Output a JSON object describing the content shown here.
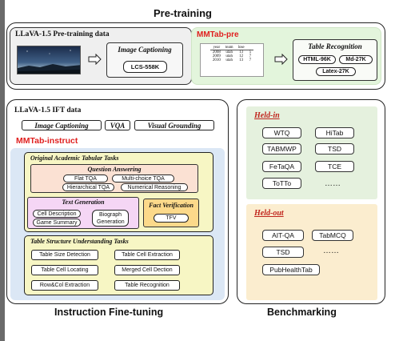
{
  "titles": {
    "pretraining": "Pre-training",
    "instruction": "Instruction Fine-tuning",
    "benchmarking": "Benchmarking"
  },
  "pretrain": {
    "llava_label": "LLaVA-1.5 Pre-training data",
    "image_captioning": "Image Captioning",
    "lcs": "LCS-558K",
    "mmtab_pre": "MMTab-pre",
    "table_recognition": "Table Recognition",
    "datasets": [
      "HTML-96K",
      "Md-27K",
      "Latex-27K"
    ],
    "mini_table": {
      "headers": [
        "year",
        "team",
        "lose",
        ""
      ],
      "rows": [
        [
          "2008",
          "utah",
          "13",
          "5"
        ],
        [
          "2009",
          "utah",
          "12",
          "7"
        ],
        [
          "2010",
          "utah",
          "13",
          "7"
        ]
      ]
    }
  },
  "ift": {
    "llava_label": "LLaVA-1.5 IFT data",
    "tasks": [
      "Image Captioning",
      "VQA",
      "Visual Grounding"
    ],
    "mmtab_instruct": "MMTab-instruct",
    "original_tasks_title": "Original Academic Tabular Tasks",
    "qa": {
      "title": "Question Answering",
      "items": [
        "Flat TQA",
        "Multi-choice TQA",
        "Hierarchical TQA",
        "Numerical Reasoning"
      ]
    },
    "textgen": {
      "title": "Text Generation",
      "items": [
        "Cell Description",
        "Biograph Generation",
        "Game Summary"
      ]
    },
    "fact": {
      "title": "Fact Verification",
      "items": [
        "TFV"
      ]
    },
    "structure": {
      "title": "Table Structure Understanding Tasks",
      "items": [
        "Table Size Detection",
        "Table Cell Extraction",
        "Table Cell Locating",
        "Merged Cell Dection",
        "Row&Col Extraction",
        "Table Recognition"
      ]
    }
  },
  "bench": {
    "held_in_title": "Held-in",
    "held_in": [
      "WTQ",
      "HiTab",
      "TABMWP",
      "TSD",
      "FeTaQA",
      "TCE",
      "ToTTo",
      "……"
    ],
    "held_out_title": "Held-out",
    "held_out": [
      "AIT-QA",
      "TabMCQ",
      "TSD",
      "……",
      "PubHealthTab"
    ]
  },
  "colors": {
    "mmtab_pre_bg": "#e3f5dc",
    "mmtab_instruct_bg": "#dbe7f5",
    "qa_bg": "#fbe1d3",
    "textgen_bg": "#f5d6f5",
    "fact_bg": "#fcd98a",
    "structure_bg": "#f7f6c4",
    "held_in_bg": "#e5f1de",
    "held_out_bg": "#fbedcf",
    "red": "#e0201f"
  }
}
